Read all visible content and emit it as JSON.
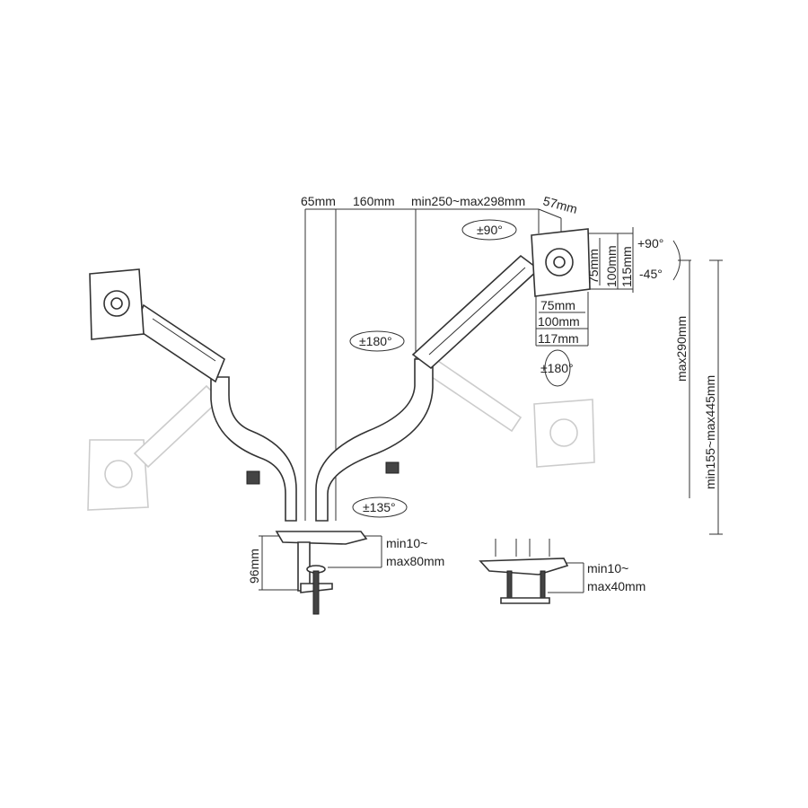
{
  "dimensions": {
    "pole_offset": "65mm",
    "arm_inner": "160mm",
    "arm_reach": "min250~max298mm",
    "head_offset": "57mm",
    "vesa_v_75": "75mm",
    "vesa_v_100": "100mm",
    "vesa_v_115": "115mm",
    "vesa_h_75": "75mm",
    "vesa_h_100": "100mm",
    "vesa_h_117": "117mm",
    "max_height": "max290mm",
    "height_range": "min155~max445mm",
    "clamp_height": "96mm",
    "clamp_thickness_line1": "min10~",
    "clamp_thickness_line2": "max80mm",
    "grommet_thickness_line1": "min10~",
    "grommet_thickness_line2": "max40mm"
  },
  "rotations": {
    "swivel_head": "±90°",
    "rotate_arm": "±180°",
    "rotate_base": "±135°",
    "rotate_screen": "±180°",
    "tilt_up": "+90°",
    "tilt_down": "-45°"
  }
}
